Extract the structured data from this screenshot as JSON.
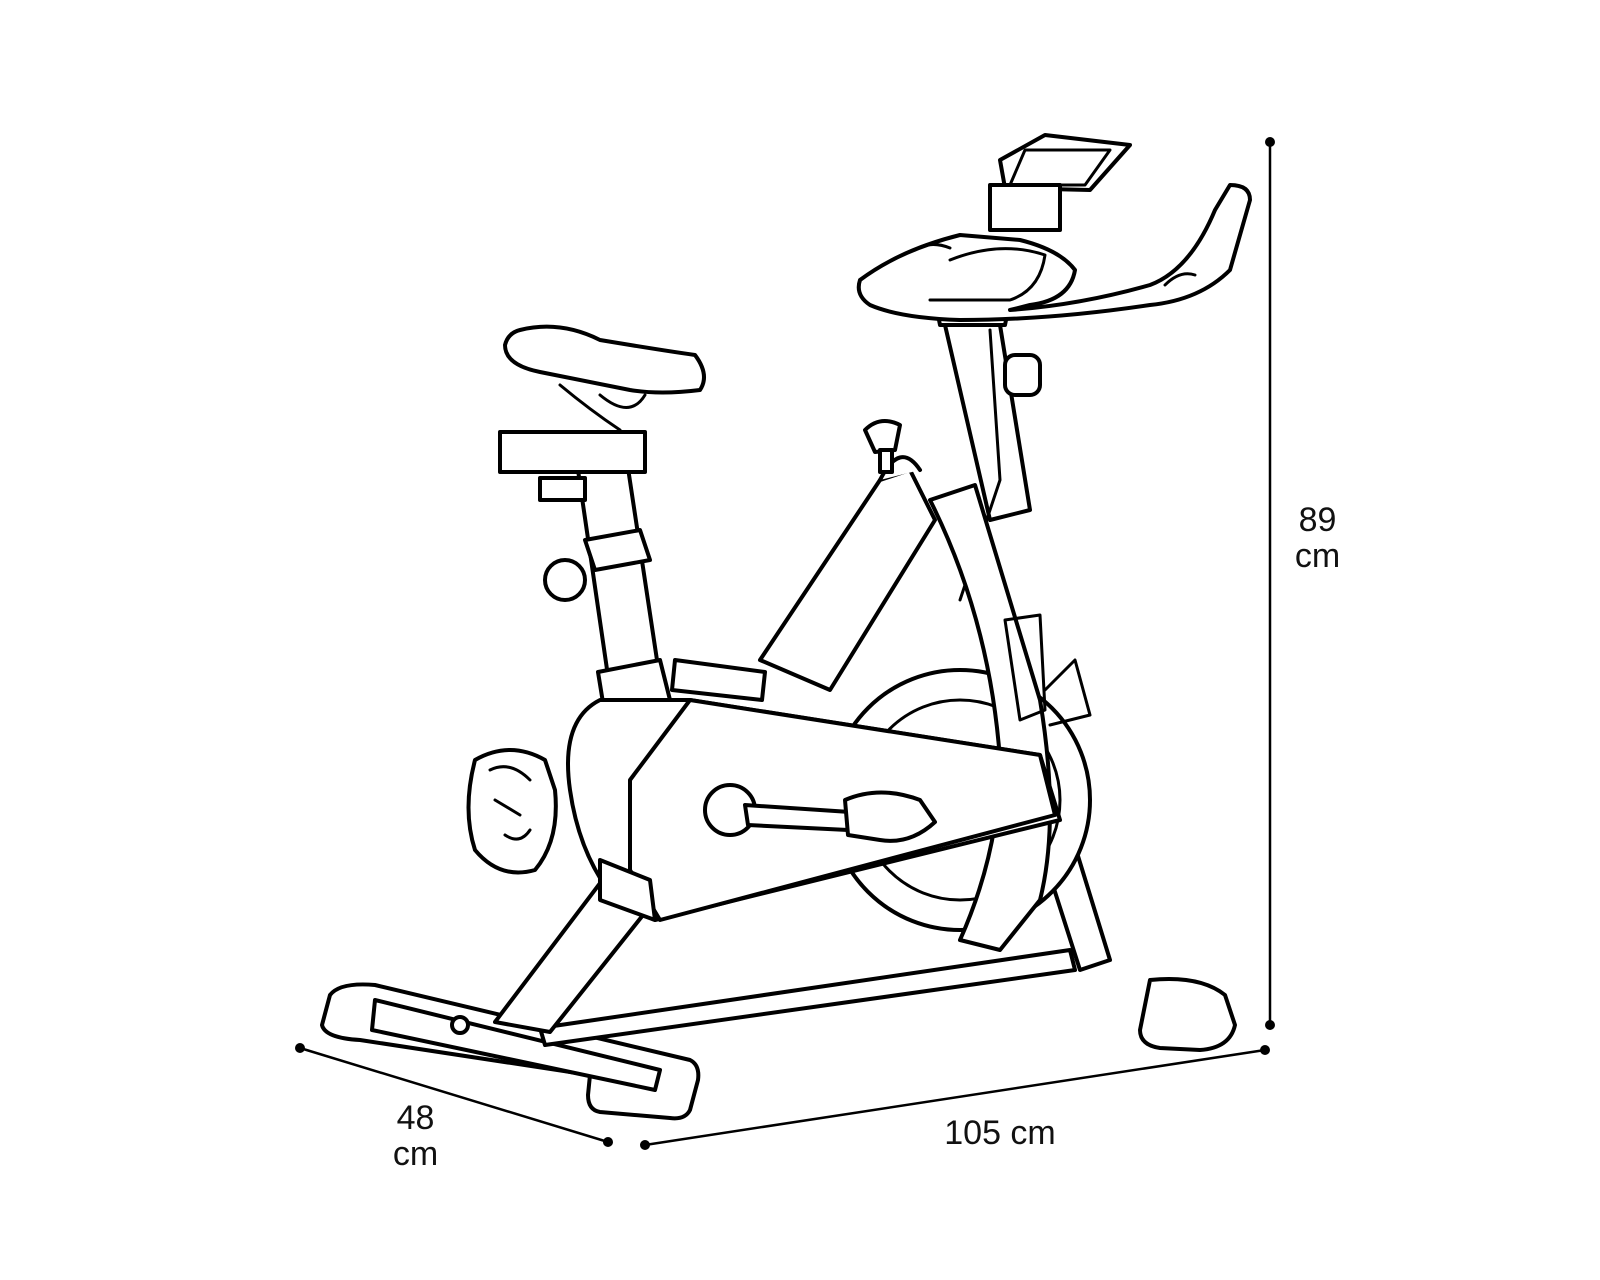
{
  "product": "exercise-bike",
  "dimensions": {
    "height": {
      "value": "89",
      "unit": "cm"
    },
    "width": {
      "value": "48",
      "unit": "cm"
    },
    "length": {
      "label": "105 cm"
    }
  }
}
